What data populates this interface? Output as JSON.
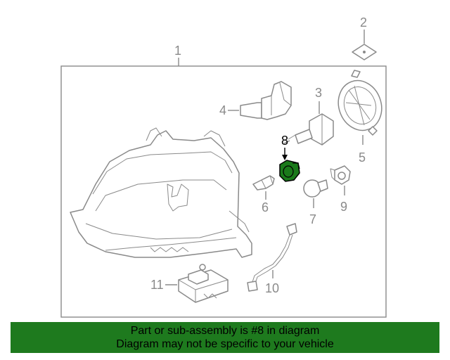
{
  "callouts": {
    "c1": "1",
    "c2": "2",
    "c3": "3",
    "c4": "4",
    "c5": "5",
    "c6": "6",
    "c7": "7",
    "c8": "8",
    "c9": "9",
    "c10": "10",
    "c11": "11"
  },
  "highlighted_part": "8",
  "colors": {
    "banner": "#1e7a1e",
    "highlight_part": "#1a7a1a",
    "linework": "#8a8a8a"
  },
  "banner": {
    "line1": "Part or sub-assembly is #8 in diagram",
    "line2": "Diagram may not be specific to your vehicle"
  }
}
